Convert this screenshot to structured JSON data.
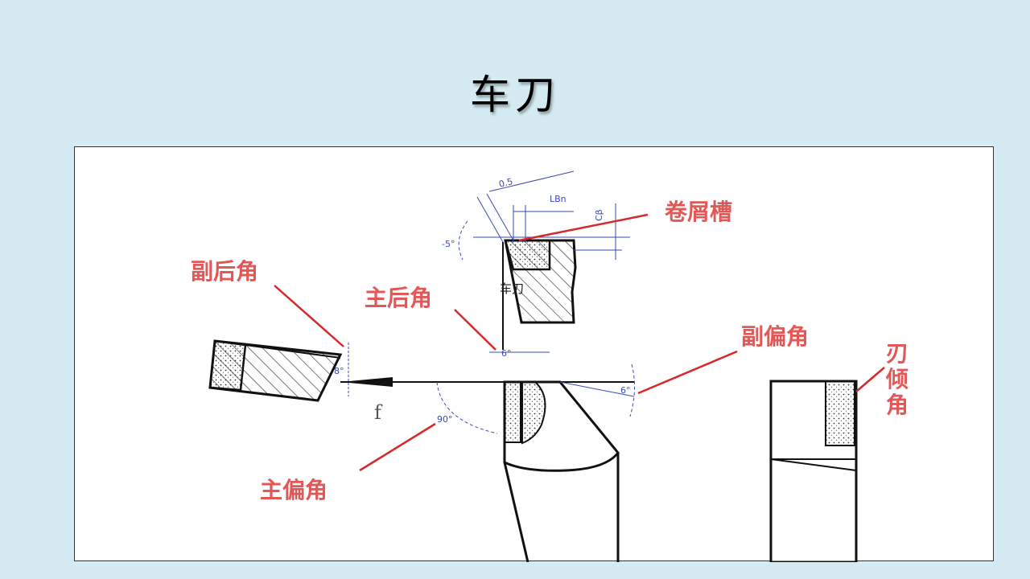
{
  "title": "车刀",
  "labels": {
    "chip_groove": "卷屑槽",
    "minor_relief_angle": "副后角",
    "main_relief_angle": "主后角",
    "minor_cutting_edge_angle": "副偏角",
    "edge_inclination_angle": [
      "刃",
      "倾",
      "角"
    ],
    "main_cutting_edge_angle": "主偏角",
    "center_caption": "车刀"
  },
  "dimensions": {
    "d1": "0.5",
    "d2": "LBn",
    "d3": "Cβ",
    "a1": "-5°",
    "a2": "6°",
    "a3": "8°",
    "a4": "6°",
    "a5": "90°",
    "feed": "f"
  },
  "colors": {
    "background": "#d4ebf3",
    "callout": "#e35757",
    "leader": "#d62828",
    "dimension": "#3a48b8"
  }
}
